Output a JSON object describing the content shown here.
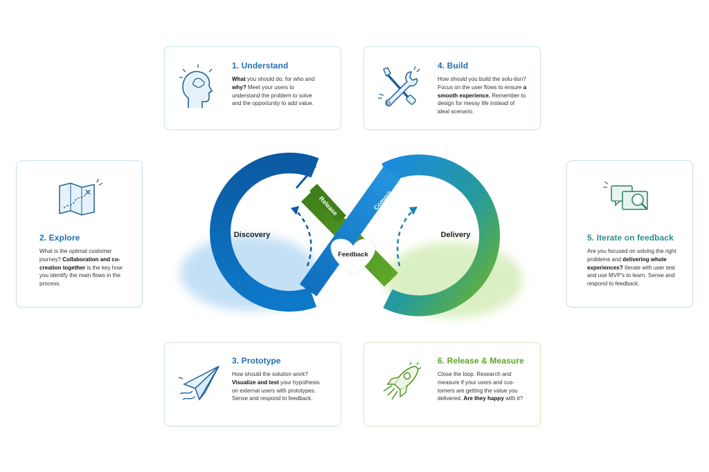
{
  "cards": {
    "understand": {
      "title": "1. Understand",
      "lead_1": "What",
      "text_1": " you should do, for who and ",
      "lead_2": "why?",
      "text_2": " Meet your users to understand the problem to solve and the opportunity to add value."
    },
    "build": {
      "title": "4. Build",
      "text_1": "How should you build the solu-tion? Focus on the user flows to ensure ",
      "bold_1": "a smooth experience.",
      "text_2": " Remember to design for messy life instead of ideal scenario."
    },
    "explore": {
      "title": "2. Explore",
      "text_1": "What is the optimal customer journey? ",
      "bold_1": "Collaboration and co-creation together",
      "text_2": " is the key how you identify the main flows in the process."
    },
    "iterate": {
      "title": "5. Iterate on feedback",
      "text_1": "Are you focused on solving the right problems and ",
      "bold_1": "delivering whole experiences?",
      "text_2": " Iterate with user test and use MVP's to learn. Sense and respond to feedback."
    },
    "prototype": {
      "title": "3. Prototype",
      "text_1": "How should the solution work? ",
      "bold_1": "Visualize and test",
      "text_2": " your hypothesis on external users with prototypes. Sense and respond to feedback."
    },
    "release": {
      "title": "6. Release & Measure",
      "text_1": "Close the loop. Research and measure if your users and cus-tomers are getting the value you delivered. ",
      "bold_1": "Are they happy",
      "text_2": " with it?"
    }
  },
  "loop": {
    "discovery_label": "Discovery",
    "delivery_label": "Delivery",
    "release_label": "Release",
    "commit_label": "Commit",
    "feedback_label": "Feedback"
  },
  "colors": {
    "blue_dark": "#0a5ea8",
    "blue_light": "#2a9be0",
    "teal": "#2b8f8c",
    "green": "#6cb52d",
    "green_dark": "#3f7f1a"
  },
  "icons": {
    "understand": "head-idea-icon",
    "build": "tools-icon",
    "explore": "map-icon",
    "iterate": "chat-search-icon",
    "prototype": "paper-plane-icon",
    "release": "rocket-icon"
  }
}
